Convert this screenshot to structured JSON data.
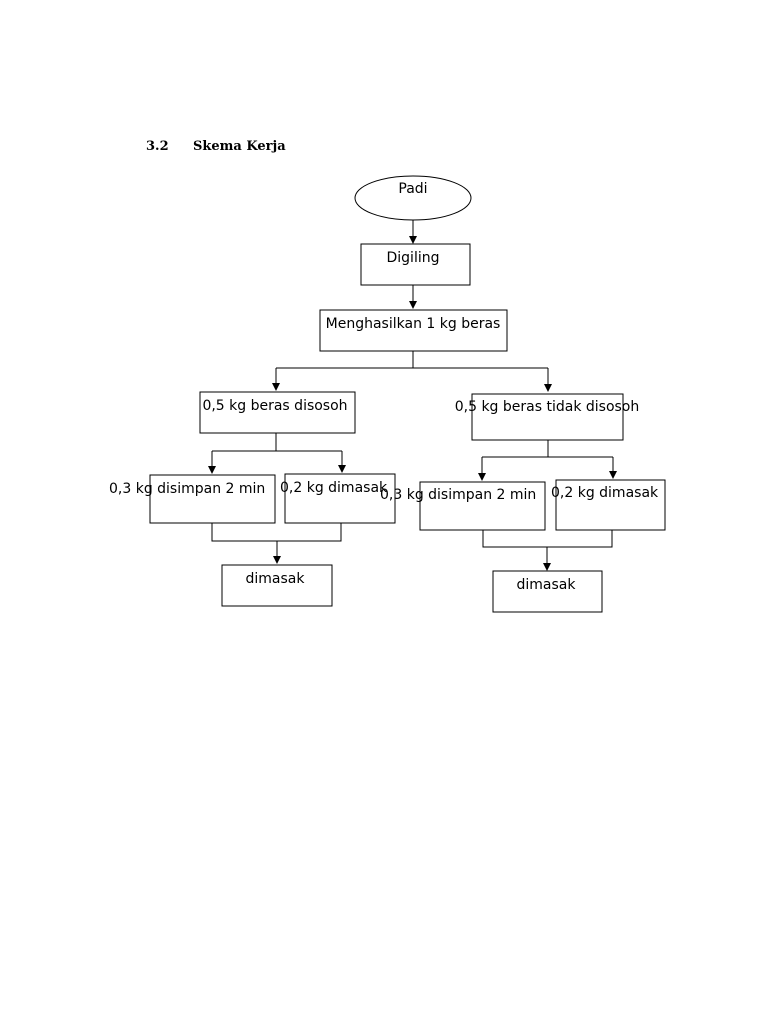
{
  "section": {
    "number": "3.2",
    "title": "Skema Kerja"
  },
  "diagram": {
    "nodes": {
      "padi": "Padi",
      "digiling": "Digiling",
      "menghasilkan": "Menghasilkan 1 kg beras",
      "disosoh": "0,5 kg beras disosoh",
      "tidak_disosoh": "0,5 kg beras tidak disosoh",
      "left_simpan": "0,3 kg disimpan 2 min",
      "left_dimasak_02": "0,2 kg dimasak",
      "right_simpan": "0,3 kg disimpan 2 min",
      "right_dimasak_02": "0,2 kg dimasak",
      "left_dimasak": "dimasak",
      "right_dimasak": "dimasak"
    }
  }
}
